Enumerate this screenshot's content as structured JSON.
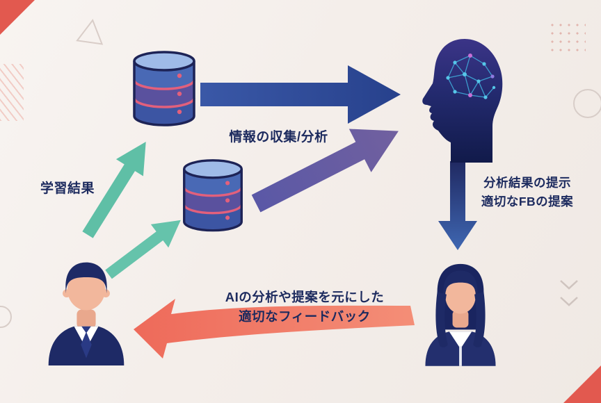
{
  "labels": {
    "info_collection": "情報の収集/分析",
    "learning_results": "学習結果",
    "analysis_line1": "分析結果の提示",
    "analysis_line2": "適切なFBの提案",
    "feedback_line1": "AIの分析や提案を元にした",
    "feedback_line2": "適切なフィードバック"
  },
  "icons": {
    "database_top": "database-icon",
    "database_mid": "database-icon",
    "ai_brain": "ai-brain-head-icon",
    "person_left": "male-person-icon",
    "person_right": "female-person-icon"
  },
  "colors": {
    "background": "#f4eeea",
    "accent_coral": "#e2594f",
    "arrow_blue": "#2f4f9e",
    "arrow_purple": "#6a5fa8",
    "arrow_teal": "#5fbfa6",
    "arrow_down_gradient_top": "#202962",
    "arrow_down_gradient_bottom": "#3f67b2",
    "arrow_feedback": "#f07a66",
    "text": "#1c2a5e",
    "navy_outline": "#1d2356"
  }
}
